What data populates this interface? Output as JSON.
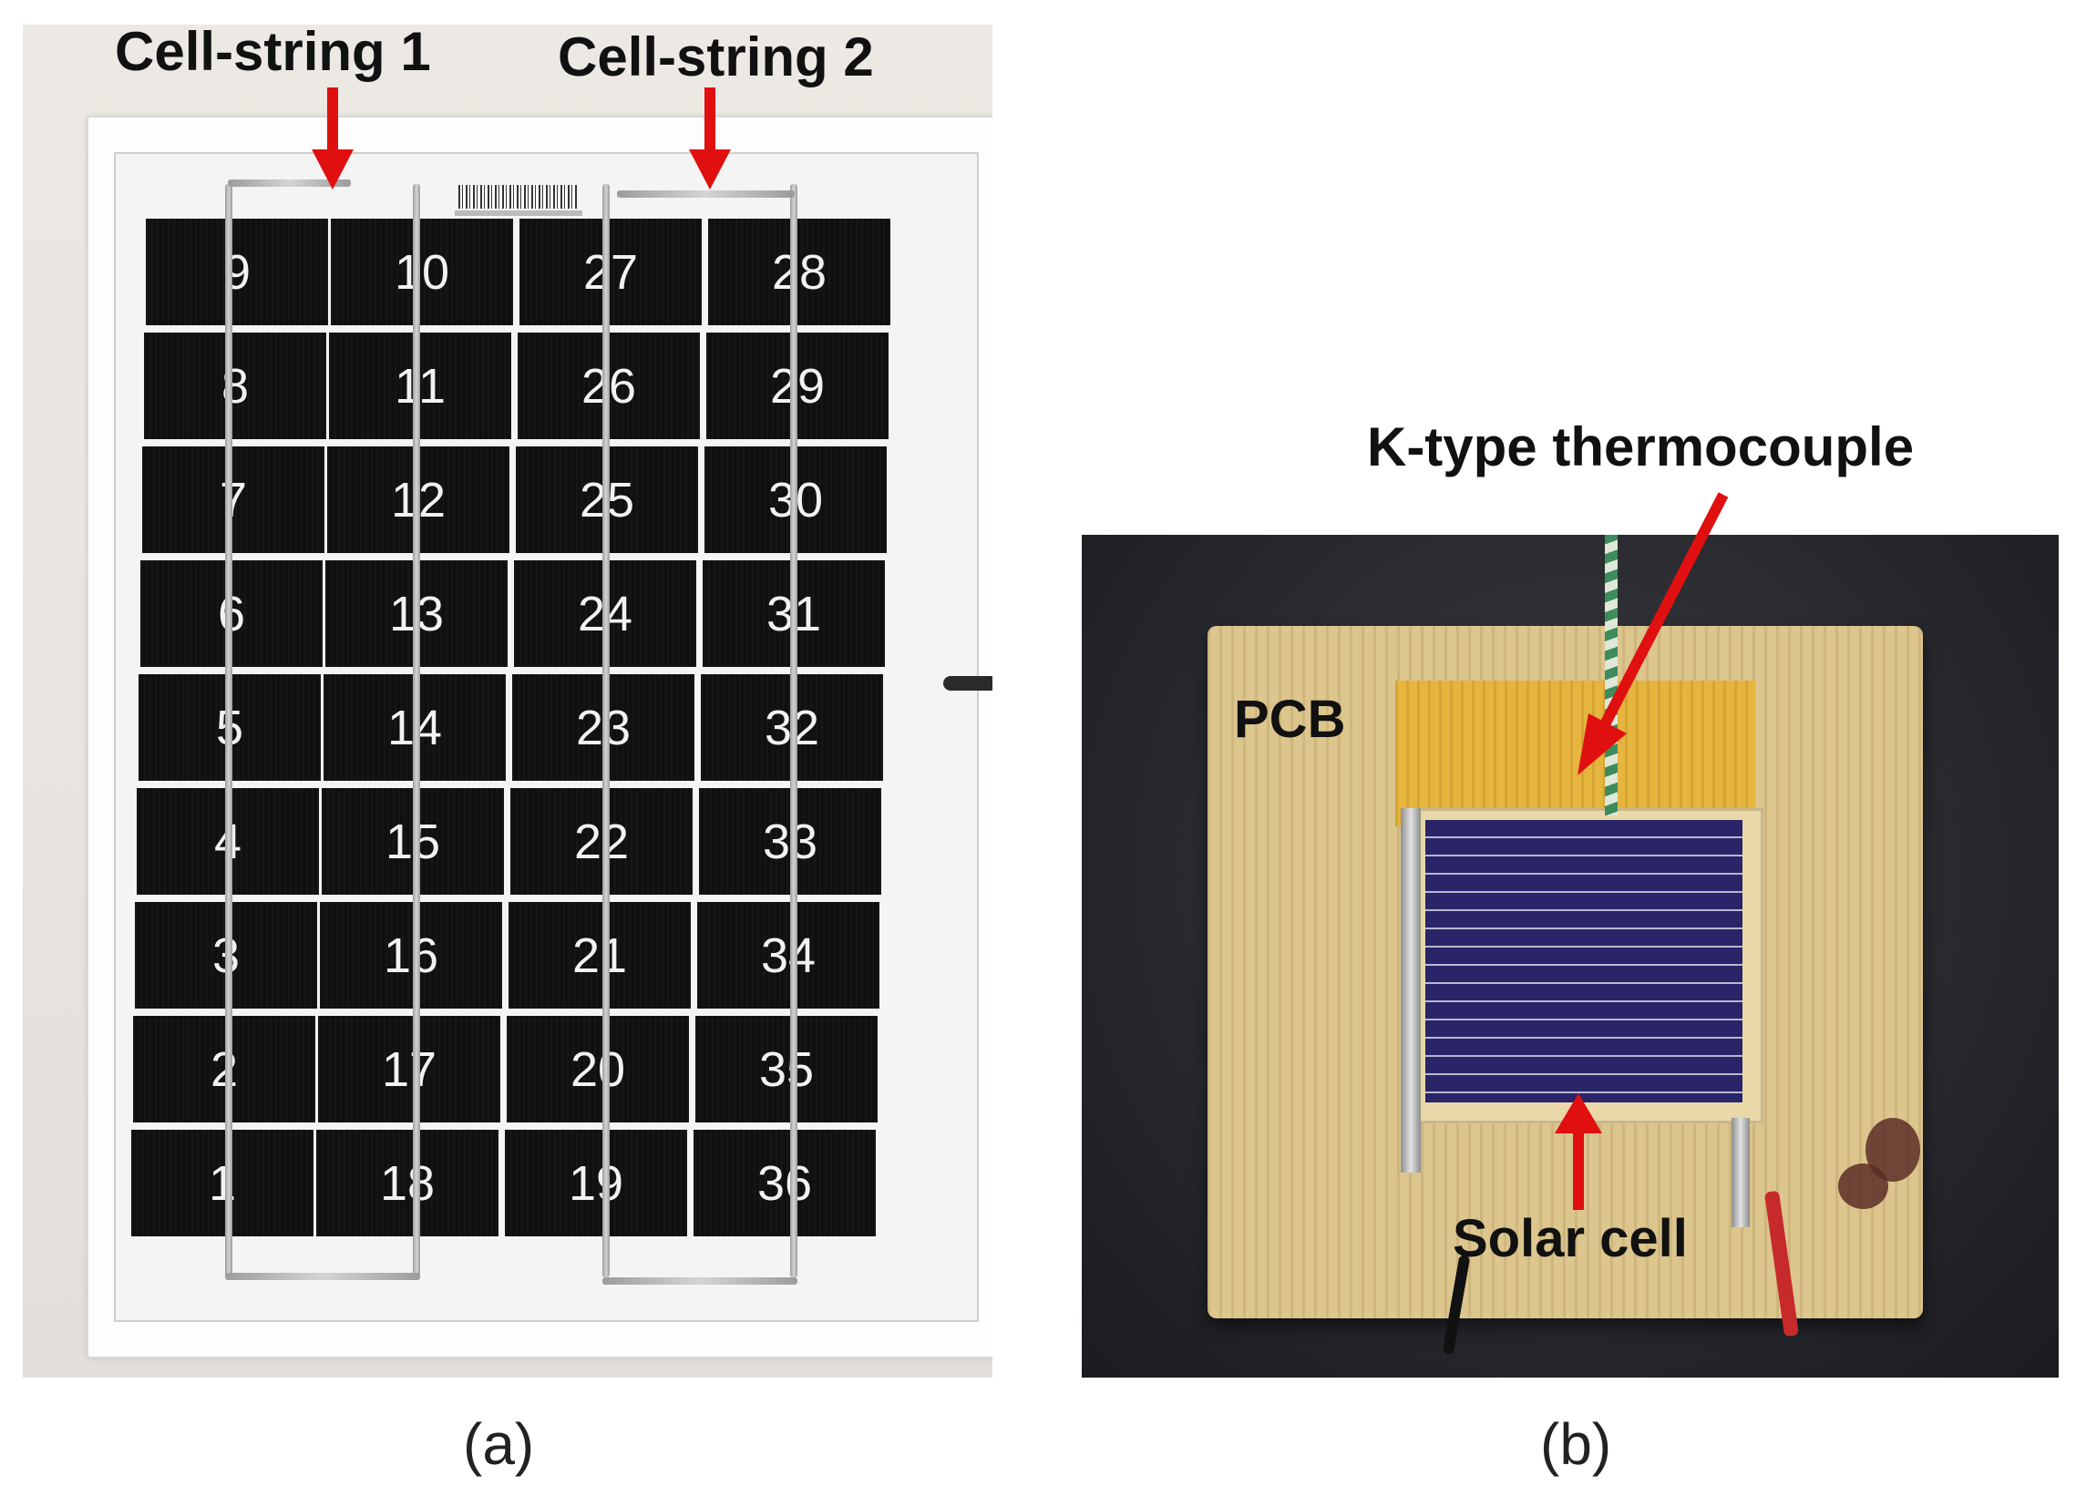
{
  "panel_a": {
    "labels": {
      "string1": "Cell-string 1",
      "string2": "Cell-string 2"
    },
    "caption": "(a)",
    "cell_columns": [
      [
        "9",
        "8",
        "7",
        "6",
        "5",
        "4",
        "3",
        "2",
        "1"
      ],
      [
        "10",
        "11",
        "12",
        "13",
        "14",
        "15",
        "16",
        "17",
        "18"
      ],
      [
        "27",
        "26",
        "25",
        "24",
        "23",
        "22",
        "21",
        "20",
        "19"
      ],
      [
        "28",
        "29",
        "30",
        "31",
        "32",
        "33",
        "34",
        "35",
        "36"
      ]
    ]
  },
  "panel_b": {
    "labels": {
      "thermocouple": "K-type thermocouple",
      "pcb": "PCB",
      "solar_cell": "Solar cell"
    },
    "caption": "(b)"
  },
  "colors": {
    "arrow": "#e01010",
    "cell": "#101010",
    "pcb": "#dcc68e",
    "tape": "#e7b53a",
    "solar_cell": "#211c5a"
  }
}
